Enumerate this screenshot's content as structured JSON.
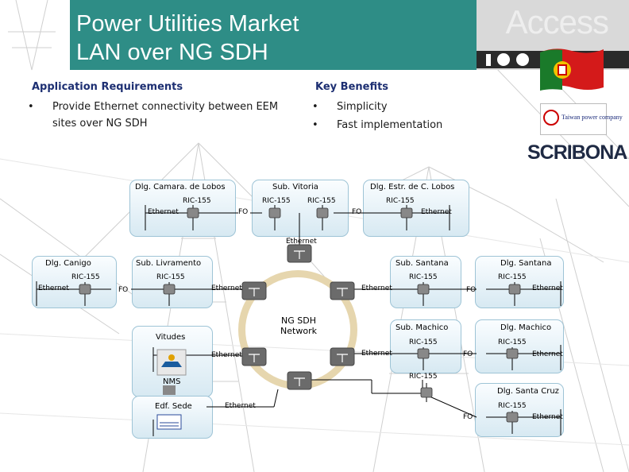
{
  "header": {
    "title_line1": "Power Utilities Market",
    "title_line2": "LAN over NG SDH",
    "logo_word": "Access"
  },
  "logos": {
    "flag": "portugal-flag",
    "company": "Taiwan power company",
    "brand": "SCRIBONA"
  },
  "requirements": {
    "title": "Application Requirements",
    "items": [
      "Provide Ethernet connectivity between EEM sites over NG SDH"
    ]
  },
  "benefits": {
    "title": "Key Benefits",
    "items": [
      "Simplicity",
      "Fast implementation"
    ]
  },
  "diagram": {
    "sites": {
      "camara": "Dlg. Camara. de Lobos",
      "vitoria": "Sub. Vitoria",
      "estr": "Dlg. Estr. de C. Lobos",
      "canigo": "Dlg. Canigo",
      "livramento": "Sub. Livramento",
      "santana_sub": "Sub. Santana",
      "santana_dlg": "Dlg. Santana",
      "machico_sub": "Sub. Machico",
      "machico_dlg": "Dlg. Machico",
      "santa_cruz": "Dlg. Santa Cruz",
      "vitudes": "Vitudes",
      "nms": "NMS",
      "sede": "Edf. Sede"
    },
    "device": "RIC-155",
    "ethernet": "Ethernet",
    "fo": "FO",
    "network_line1": "NG SDH",
    "network_line2": "Network"
  },
  "colors": {
    "title_bar": "#2e8d86",
    "heading": "#1d2f72",
    "ring": "#e6d6ae",
    "box_border": "#9ec4d6"
  }
}
